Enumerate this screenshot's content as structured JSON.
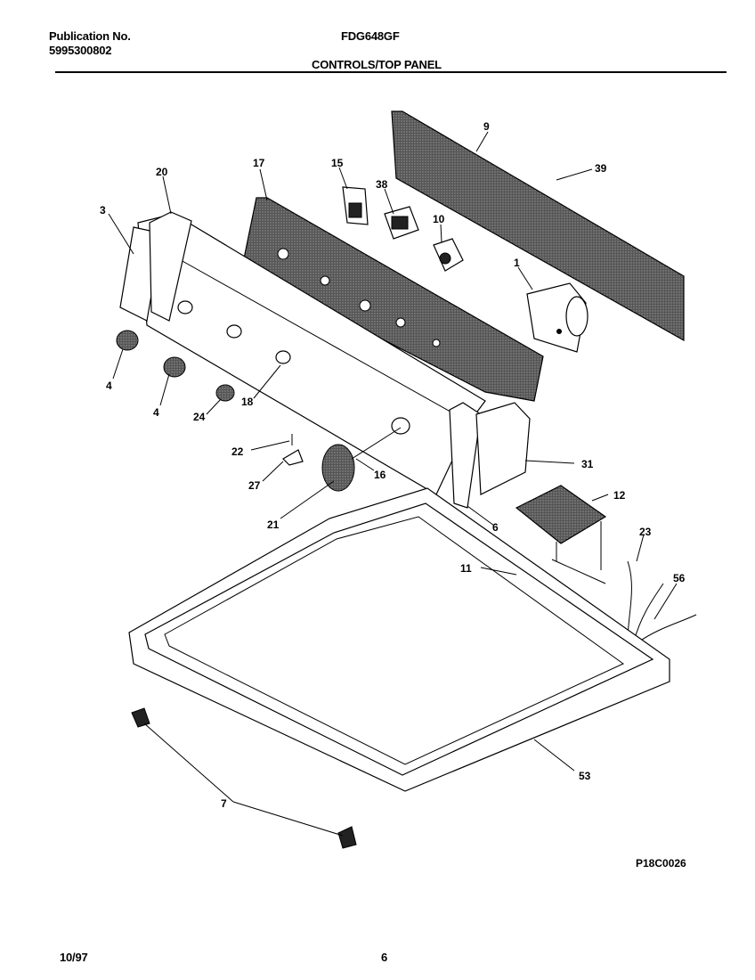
{
  "header": {
    "publication_label": "Publication No.",
    "publication_number": "5995300802",
    "model": "FDG648GF",
    "section_title": "CONTROLS/TOP PANEL"
  },
  "diagram": {
    "callouts": {
      "c9": "9",
      "c39": "39",
      "c15": "15",
      "c38": "38",
      "c10": "10",
      "c17": "17",
      "c20": "20",
      "c3": "3",
      "c1": "1",
      "c4a": "4",
      "c4b": "4",
      "c24": "24",
      "c18": "18",
      "c22": "22",
      "c27": "27",
      "c16": "16",
      "c21": "21",
      "c31": "31",
      "c6": "6",
      "c12": "12",
      "c23": "23",
      "c11": "11",
      "c56": "56",
      "c53": "53",
      "c7": "7"
    },
    "drawing_code": "P18C0026"
  },
  "footer": {
    "date": "10/97",
    "page": "6"
  }
}
